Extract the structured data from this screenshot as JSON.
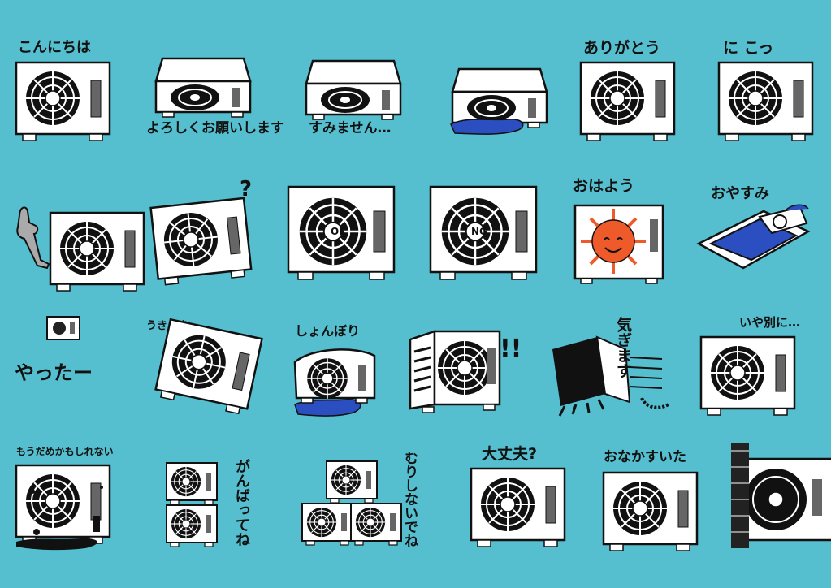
{
  "colors": {
    "background": "#55bfcf",
    "unit": "#ffffff",
    "ink": "#111111",
    "water": "#2b4fc0",
    "sun": "#ee5a2a",
    "blanket": "#2b4fc0"
  },
  "stickers": [
    {
      "caption": "こんにちは"
    },
    {
      "caption": "よろしくお願いします"
    },
    {
      "caption": "すみません…"
    },
    {
      "caption": ""
    },
    {
      "caption": "ありがとう"
    },
    {
      "caption": "に こっ"
    },
    {
      "caption": ""
    },
    {
      "caption": "?"
    },
    {
      "caption": "",
      "fan_label": "OK"
    },
    {
      "caption": "",
      "fan_label": "NG"
    },
    {
      "caption": "おはよう"
    },
    {
      "caption": "おやすみ"
    },
    {
      "caption": "やったー"
    },
    {
      "caption": "うきうき"
    },
    {
      "caption": "しょんぼり"
    },
    {
      "caption": "!!"
    },
    {
      "caption": "気ぎます"
    },
    {
      "caption": "いや別に…"
    },
    {
      "caption": "もうだめかもしれない"
    },
    {
      "caption": "がんばってね"
    },
    {
      "caption": "むりしないでね"
    },
    {
      "caption": "大丈夫?"
    },
    {
      "caption": "おなかすいた"
    },
    {
      "caption": ""
    }
  ]
}
